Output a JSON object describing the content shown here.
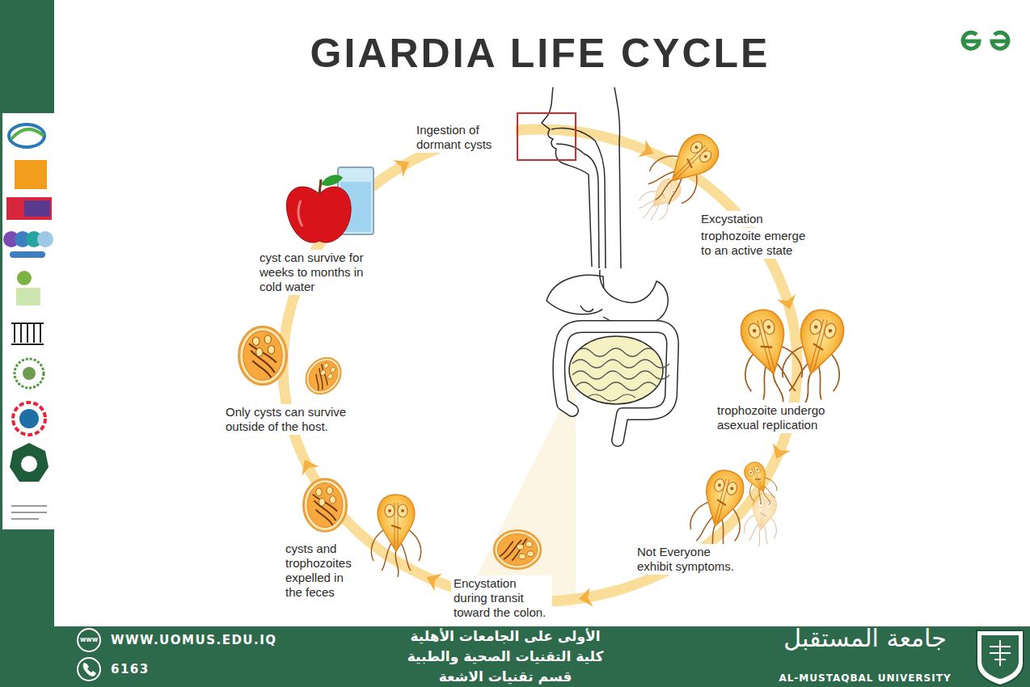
{
  "diagram": {
    "title": "GIARDIA LIFE CYCLE",
    "labels": [
      "Ingestion of dormant cysts",
      "Excystation",
      "trophozoite emerge to an active state",
      "trophozoite undergo asexual replication",
      "Not Everyone exhibit symptoms.",
      "Encystation during transit toward the colon.",
      "cysts and trophozoites expelled in the feces",
      "Only cysts can survive outside of the host.",
      "cyst can survive for weeks to months in cold water",
      "www",
      "WWW.UOMUS.EDU.IQ",
      "6163",
      "الأولى على الجامعات الأهلية",
      "كلية التقنيات الصحية والطبية",
      "قسم تقنيات الاشعة",
      "جامعة المستقبل",
      "AL-MUSTAQBAL UNIVERSITY"
    ]
  }
}
